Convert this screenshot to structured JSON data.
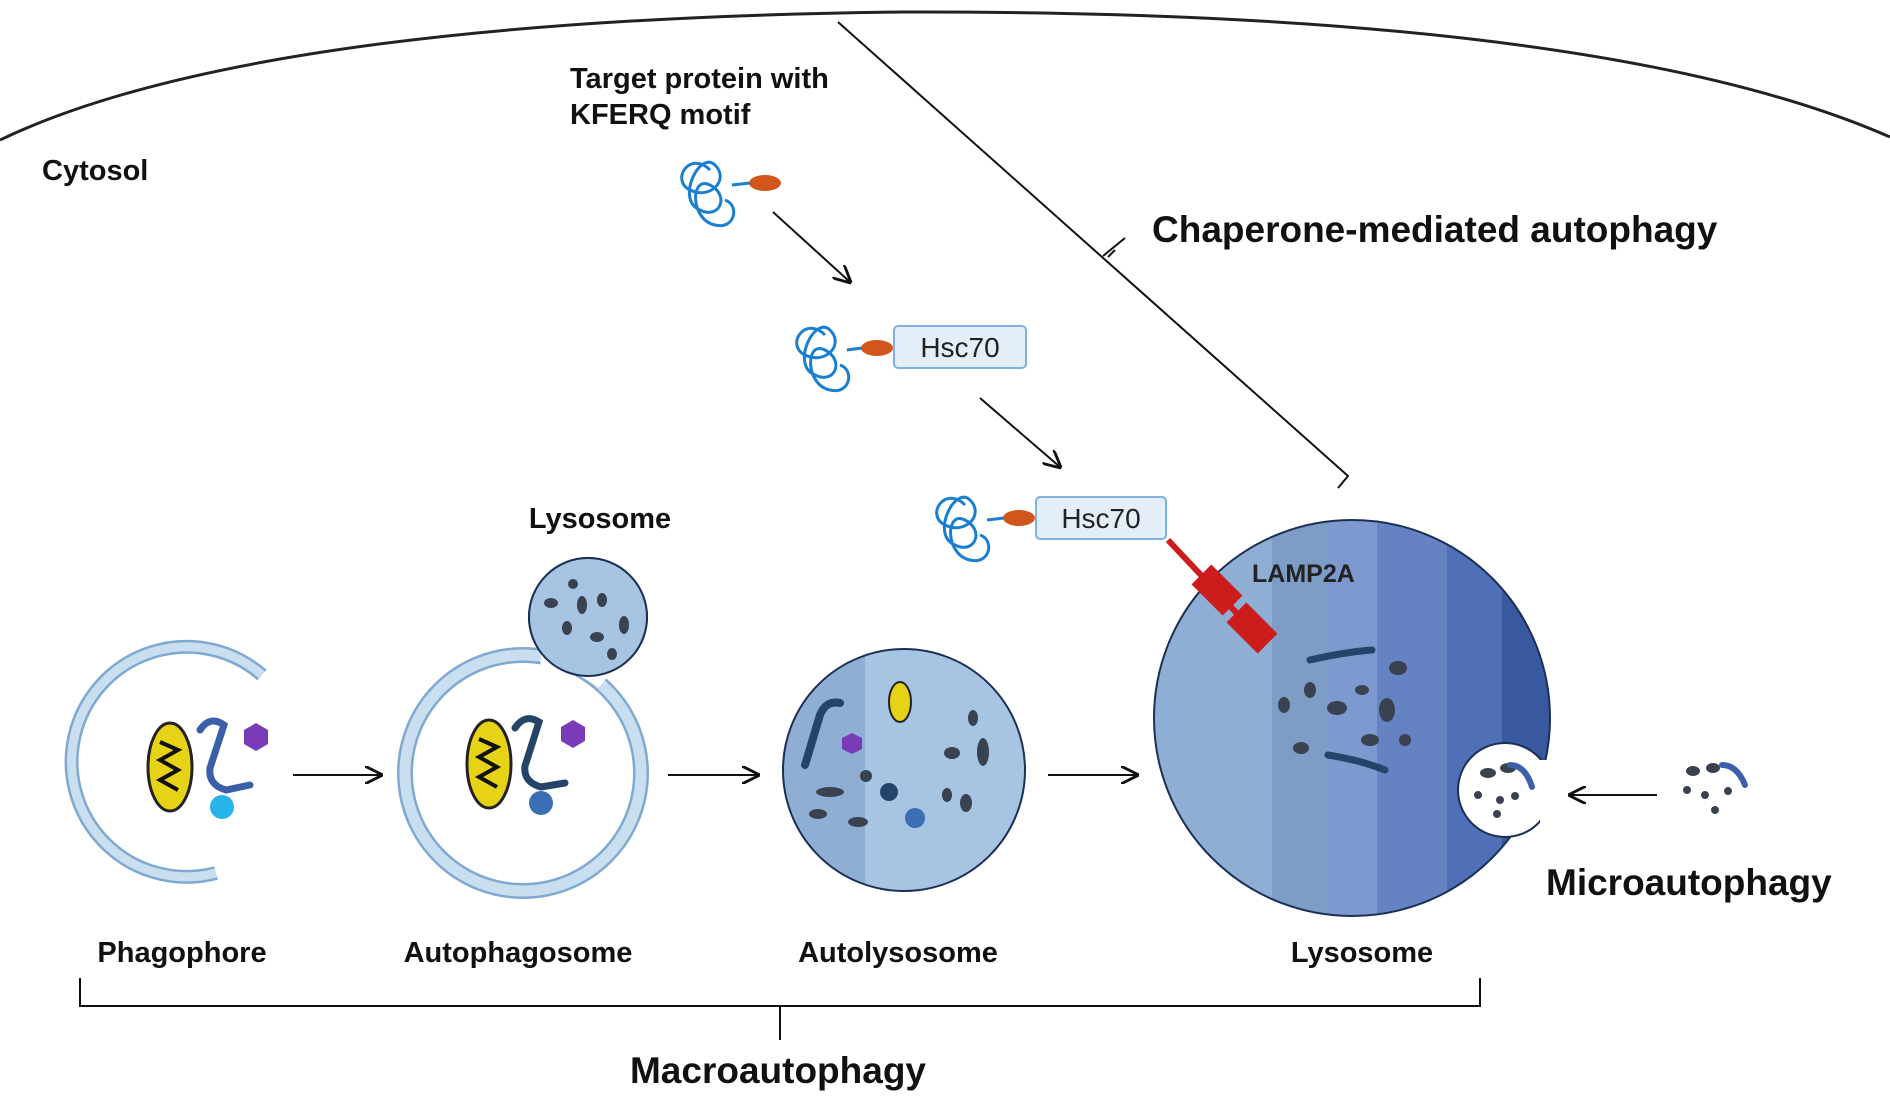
{
  "labels": {
    "cytosol": "Cytosol",
    "target_protein_line1": "Target protein with",
    "target_protein_line2": "KFERQ motif",
    "hsc70_a": "Hsc70",
    "hsc70_b": "Hsc70",
    "lamp2a": "LAMP2A",
    "lysosome_small": "Lysosome",
    "phagophore": "Phagophore",
    "autophagosome": "Autophagosome",
    "autolysosome": "Autolysosome",
    "lysosome_large": "Lysosome",
    "chaperone_mediated": "Chaperone-mediated autophagy",
    "microautophagy": "Microautophagy",
    "macroautophagy": "Macroautophagy"
  },
  "colors": {
    "membrane_light": "#b8d4ec",
    "membrane_outline": "#7fa9d1",
    "lumen": "#a7c4e2",
    "lysosome_dark": "#3b5fa8",
    "mitochondrion": "#e7d316",
    "lamp2a": "#cc1c1c",
    "kferq_tag": "#d2551b",
    "protein_coil": "#1a7fd1",
    "hexagon": "#7a3bb8",
    "dot_cyan": "#28b4e8",
    "hsc70_box": "#e3eef9"
  }
}
